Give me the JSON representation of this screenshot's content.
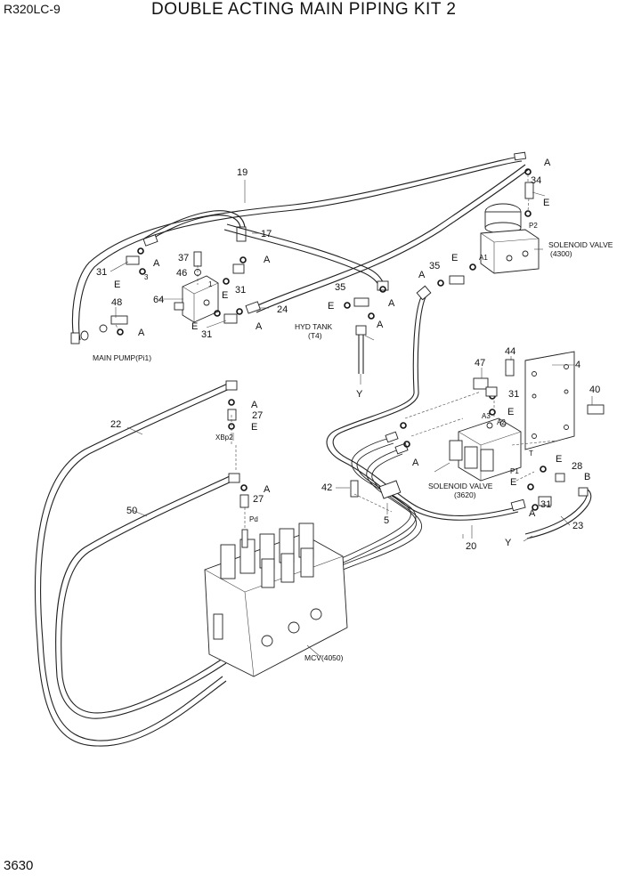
{
  "header": {
    "model": "R320LC-9",
    "title": "DOUBLE ACTING MAIN PIPING KIT 2"
  },
  "footer": {
    "page_number": "3630"
  },
  "part_numbers": {
    "p4": "4",
    "p5": "5",
    "p17": "17",
    "p19": "19",
    "p20": "20",
    "p22": "22",
    "p23": "23",
    "p24": "24",
    "p27a": "27",
    "p27b": "27",
    "p28": "28",
    "p31a": "31",
    "p31b": "31",
    "p31c": "31",
    "p31d": "31",
    "p31e": "31",
    "p34": "34",
    "p35a": "35",
    "p35b": "35",
    "p37": "37",
    "p40": "40",
    "p42": "42",
    "p44": "44",
    "p46": "46",
    "p47": "47",
    "p48": "48",
    "p50": "50",
    "p64": "64"
  },
  "port_letters": {
    "a": "A",
    "b": "B",
    "e": "E",
    "y": "Y"
  },
  "small_labels": {
    "p1": "1",
    "p3": "3",
    "p2": "P2",
    "a1": "A1",
    "a2": "A2",
    "a3": "A3",
    "pp1": "P1",
    "t": "T",
    "xbp2": "XBp2",
    "pd": "Pd"
  },
  "notes": {
    "solenoid_4300_line1": "SOLENOID VALVE",
    "solenoid_4300_line2": "(4300)",
    "solenoid_3620_line1": "SOLENOID VALVE",
    "solenoid_3620_line2": "(3620)",
    "hyd_tank_line1": "HYD TANK",
    "hyd_tank_line2": "(T4)",
    "main_pump": "MAIN PUMP(Pi1)",
    "mcv": "MCV(4050)"
  }
}
